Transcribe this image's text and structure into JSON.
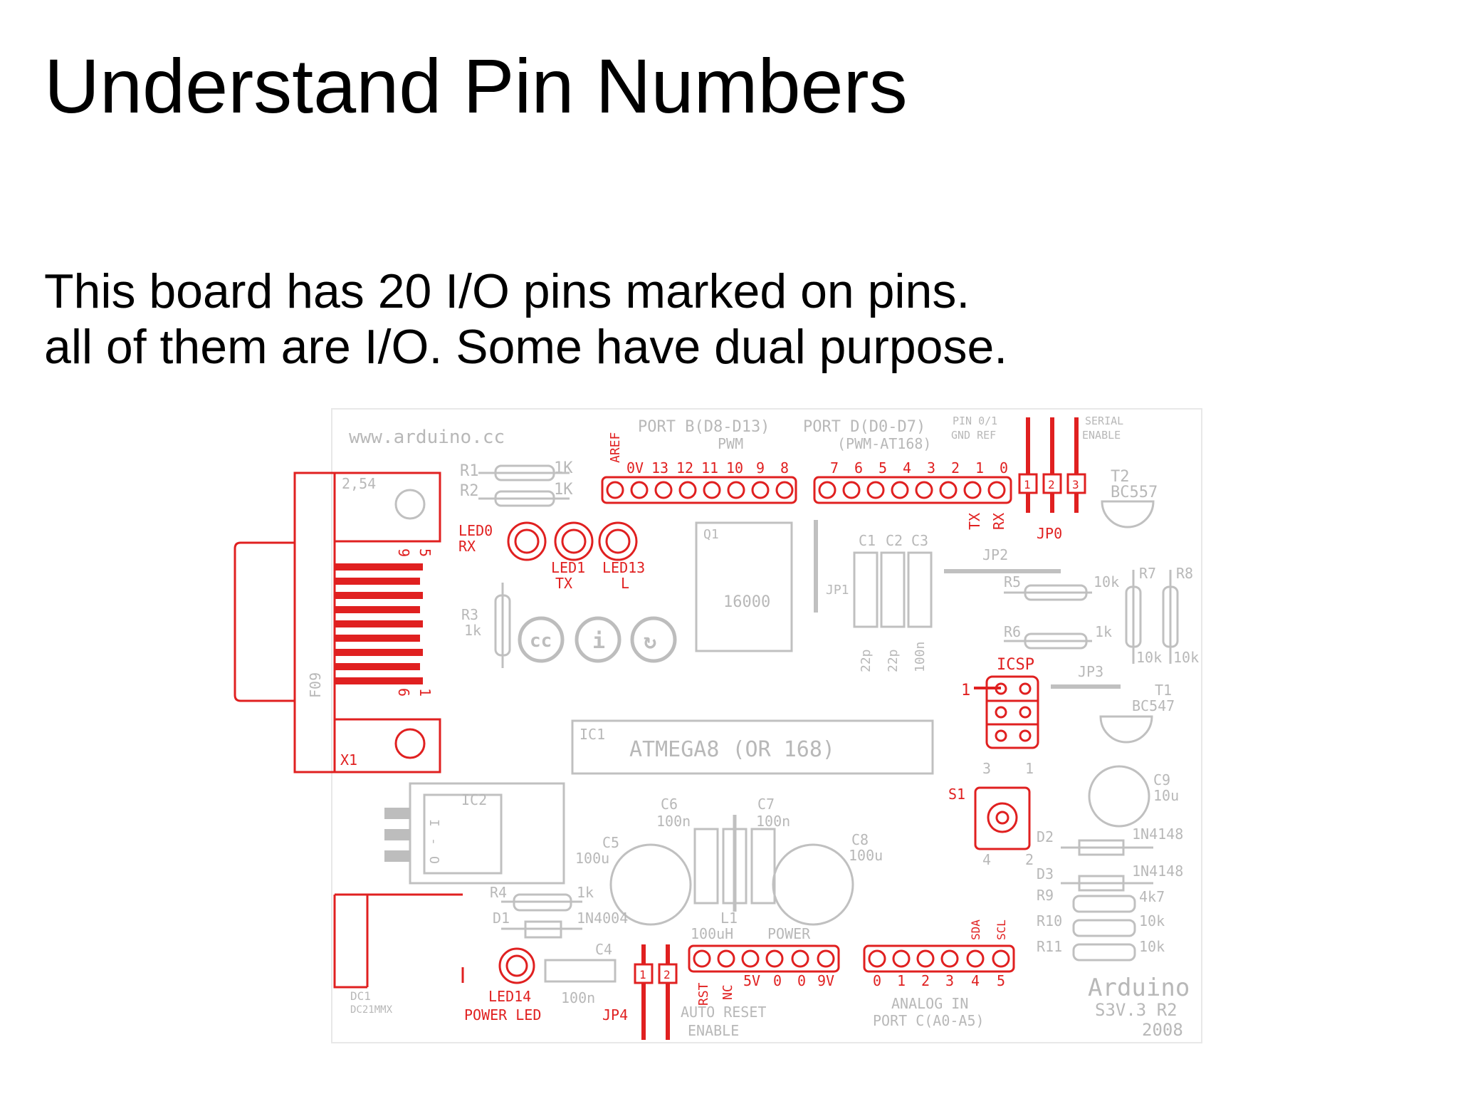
{
  "slide": {
    "title": "Understand Pin Numbers",
    "body_lines": [
      "This board has 20 I/O pins marked on pins.",
      "all of them are I/O. Some have dual purpose."
    ]
  },
  "board": {
    "colors": {
      "silkscreen": "#b8b8b8",
      "highlight": "#e02020",
      "board_bg": "#ffffff"
    },
    "url": "www.arduino.cc",
    "port_b_label": "PORT B(D8-D13)",
    "port_d_label": "PORT D(D0-D7)",
    "pwm_label": "PWM",
    "pwm_at168_label": "(PWM-AT168)",
    "pin01_label": "PIN 0/1",
    "gnd_ref_label": "GND REF",
    "serial_enable_label": [
      "SERIAL",
      "ENABLE"
    ],
    "aref_label": "AREF",
    "port_b_pins": [
      "0V",
      "13",
      "12",
      "11",
      "10",
      "9",
      "8"
    ],
    "port_d_pins": [
      "7",
      "6",
      "5",
      "4",
      "3",
      "2",
      "1",
      "0"
    ],
    "tx_label": "TX",
    "rx_label": "RX",
    "jp0_label": "JP0",
    "jp0_pins": [
      "1",
      "2",
      "3"
    ],
    "t2_label": [
      "T2",
      "BC557"
    ],
    "r1_label": "R1",
    "r1_value": "1K",
    "r2_label": "R2",
    "r2_value": "1K",
    "x1_pitch": "2,54",
    "led0_label": [
      "LED0",
      "RX"
    ],
    "led1_label": [
      "LED1",
      "TX"
    ],
    "led13_label": [
      "LED13",
      "L"
    ],
    "q1_label": "Q1",
    "q1_value": "16000",
    "jp1_label": "JP1",
    "cap_labels": [
      "C1",
      "C2",
      "C3"
    ],
    "cap_values": [
      "22p",
      "22p",
      "100n"
    ],
    "jp2_label": "JP2",
    "r5_label": "R5",
    "r5_value": "10k",
    "r6_label": "R6",
    "r6_value": "1k",
    "r7_label": "R7",
    "r8_label": "R8",
    "r7_value": "10k",
    "r8_value": "10k",
    "r3_label": [
      "R3",
      "1k"
    ],
    "db9_pin_labels": [
      "9",
      "5",
      "6",
      "1"
    ],
    "db9_label": "F09",
    "x1_label": "X1",
    "icsp_label": "ICSP",
    "icsp_pin1": "1",
    "jp3_label": "JP3",
    "t1_label": [
      "T1",
      "BC547"
    ],
    "ic1_label": "IC1",
    "ic1_value": "ATMEGA8 (OR 168)",
    "c9_label": [
      "C9",
      "10u"
    ],
    "s1_label": "S1",
    "s1_pins": [
      "3",
      "1",
      "4",
      "2"
    ],
    "d2_label": "D2",
    "d2_value": "1N4148",
    "d3_label": "D3",
    "d3_value": "1N4148",
    "r9_label": "R9",
    "r9_value": "4k7",
    "r10_label": "R10",
    "r10_value": "10k",
    "r11_label": "R11",
    "r11_value": "10k",
    "ic2_label": "IC2",
    "ic2_pins": [
      "I",
      "-",
      "O"
    ],
    "c6_label": [
      "C6",
      "100n"
    ],
    "c7_label": [
      "C7",
      "100n"
    ],
    "c5_label": [
      "C5",
      "100u"
    ],
    "c8_label": [
      "C8",
      "100u"
    ],
    "r4_label": "R4",
    "r4_value": "1k",
    "d1_label": "D1",
    "d1_value": "1N4004",
    "l1_label": [
      "L1",
      "100uH"
    ],
    "power_label": "POWER",
    "c4_label": "C4",
    "c4_value": "100n",
    "power_header_pins": [
      "RST",
      "NC",
      "5V",
      "0",
      "0",
      "9V"
    ],
    "analog_pins": [
      "0",
      "1",
      "2",
      "3",
      "4",
      "5"
    ],
    "sda_label": "SDA",
    "scl_label": "SCL",
    "analog_in_label": [
      "ANALOG IN",
      "PORT C(A0-A5)"
    ],
    "auto_reset_label": [
      "AUTO RESET",
      "ENABLE"
    ],
    "jp4_label": "JP4",
    "jp4_pins": [
      "1",
      "2"
    ],
    "dc1_label": [
      "DC1",
      "DC21MMX"
    ],
    "led14_label": [
      "LED14",
      "POWER LED"
    ],
    "brand": [
      "Arduino",
      "S3V.3 R2",
      "2008"
    ]
  }
}
